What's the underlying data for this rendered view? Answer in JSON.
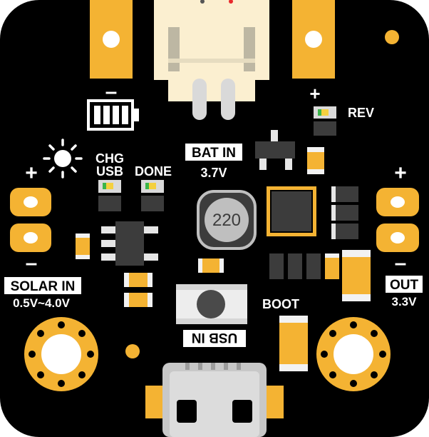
{
  "colors": {
    "pcb": "#000000",
    "gold": "#F4B333",
    "silk": "#FFFFFF",
    "chip": "#3C3C3C",
    "connector": "#FBEFD0"
  },
  "labels": {
    "rev": "REV",
    "rev_plus": "+",
    "battery_minus": "–",
    "bat_in": "BAT IN",
    "bat_voltage": "3.7V",
    "chg": "CHG",
    "usb": "USB",
    "done": "DONE",
    "solar_plus": "+",
    "solar_minus": "–",
    "solar_in": "SOLAR IN",
    "solar_range": "0.5V~4.0V",
    "out_plus": "+",
    "out_minus": "–",
    "out": "OUT",
    "out_voltage": "3.3V",
    "inductor": "220",
    "boot": "BOOT",
    "usb_in": "USB IN"
  },
  "icons": {
    "battery": "battery-icon",
    "sun": "sun-icon"
  }
}
